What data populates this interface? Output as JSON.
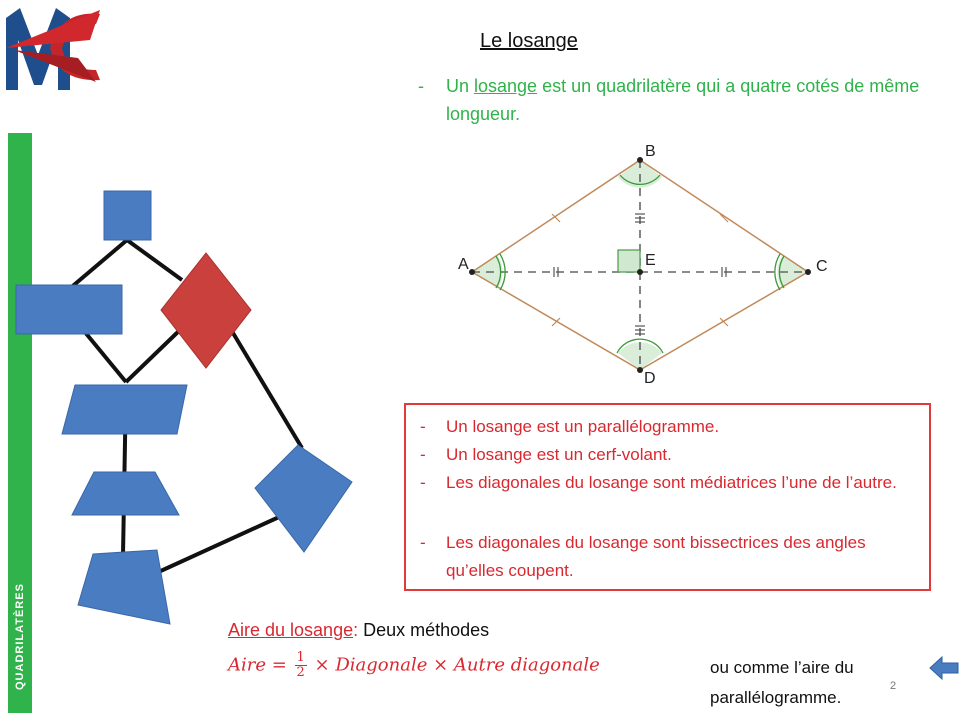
{
  "logo": {
    "letters": "MC"
  },
  "sidebar": {
    "label": "QUADRILATÈRES"
  },
  "title": "Le losange",
  "definition": {
    "bullet": "-",
    "before": "Un ",
    "term": "losange",
    "after": " est un quadrilatère qui a quatre cotés de même longueur."
  },
  "figure": {
    "vertex_labels": {
      "a": "A",
      "b": "B",
      "c": "C",
      "d": "D",
      "e": "E"
    }
  },
  "properties": {
    "bullet": "-",
    "items": [
      "Un losange est un parallélogramme.",
      "Un losange est un cerf-volant.",
      "Les diagonales du losange sont médiatrices l’une de l’autre.",
      "Les diagonales du losange sont bissectrices des angles qu’elles coupent."
    ]
  },
  "area": {
    "heading": "Aire du losange",
    "colon": ":",
    "methods": " Deux méthodes",
    "formula_lhs": "Aire = ",
    "fraction_num": "1",
    "fraction_den": "2",
    "formula_rhs": " × Diagonale × Autre diagonale",
    "alternative": "ou comme l’aire du parallélogramme."
  },
  "page_number": "2",
  "colors": {
    "green": "#2fb34a",
    "red": "#d9282f",
    "shape_blue": "#4a7cc2",
    "shape_red": "#c9403c"
  }
}
